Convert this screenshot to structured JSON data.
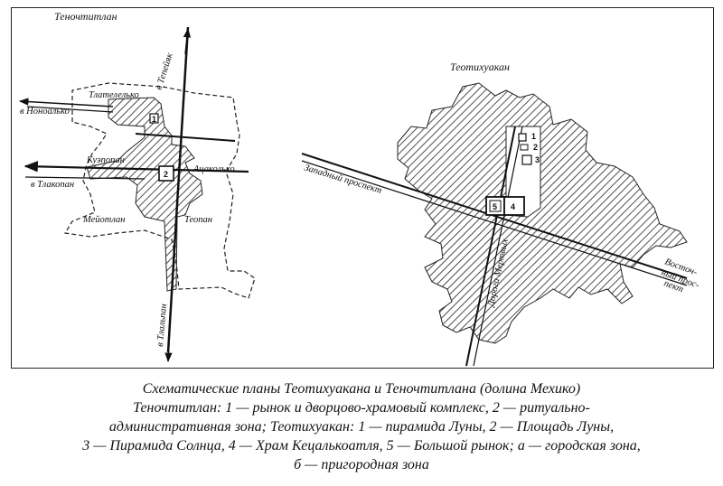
{
  "left_map": {
    "title": "Теночтитлан",
    "labels": {
      "north_road": "в Тепейяк",
      "north_district": "Тлателелько",
      "west_road_upper": "в Ноноалько",
      "district_west": "Куэпопан",
      "district_east": "Ацаколько",
      "west_road_lower": "в Тлакопан",
      "district_sw": "Мейотлан",
      "district_se": "Теопан",
      "south_road": "в Тлальпан"
    },
    "markers": [
      "1",
      "2"
    ]
  },
  "right_map": {
    "title": "Теотихуакан",
    "labels": {
      "west_avenue": "Западный проспект",
      "east_avenue_1": "Восточ-",
      "east_avenue_2": "ный прос-",
      "east_avenue_3": "пект",
      "dead_road": "Дорога Мертвых"
    },
    "markers": [
      "1",
      "2",
      "3",
      "4",
      "5"
    ]
  },
  "caption": {
    "line1": "Схематические планы Теотихуакана и Теночтитлана (долина Мехико)",
    "line2": "Теночтитлан: 1 — рынок и дворцово-храмовый комплекс, 2 — ритуально-",
    "line3": "административная зона; Теотихуакан: 1 — пирамида Луны, 2 — Площадь Луны,",
    "line4": "3 — Пирамида Солнца, 4 — Храм Кецалькоатля, 5 — Большой рынок; а — городская зона,",
    "line5": "б — пригородная зона"
  }
}
